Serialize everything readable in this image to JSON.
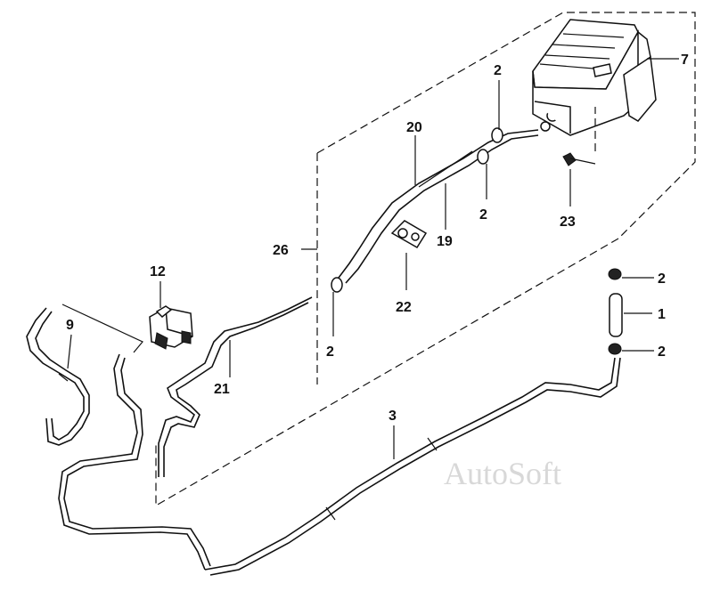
{
  "diagram": {
    "callouts": {
      "c1": "1",
      "c2a": "2",
      "c2b": "2",
      "c2c": "2",
      "c2d": "2",
      "c2e": "2",
      "c3": "3",
      "c7": "7",
      "c9": "9",
      "c12": "12",
      "c19": "19",
      "c20": "20",
      "c21": "21",
      "c22": "22",
      "c23": "23",
      "c26": "26"
    },
    "watermark": "AutoSoft"
  }
}
